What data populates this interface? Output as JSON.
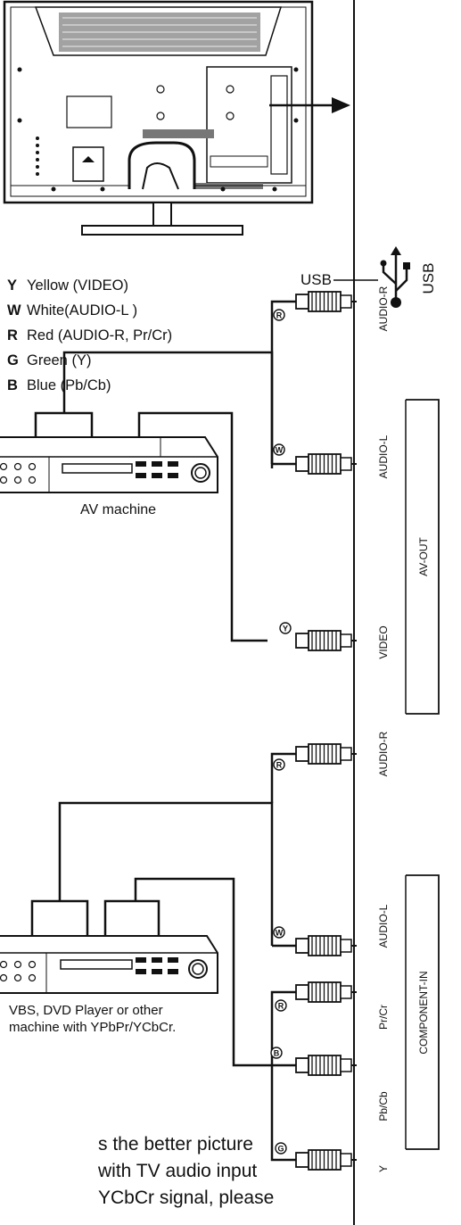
{
  "usb": {
    "label": "USB",
    "port_text": "USB",
    "icon": "usb-icon"
  },
  "legend": [
    {
      "code": "Y",
      "text": "Yellow (VIDEO)"
    },
    {
      "code": "W",
      "text": "White(AUDIO-L )"
    },
    {
      "code": "R",
      "text": "Red (AUDIO-R, Pr/Cr)"
    },
    {
      "code": "G",
      "text": "Green (Y)"
    },
    {
      "code": "B",
      "text": "Blue (Pb/Cb)"
    }
  ],
  "av_out": {
    "group_label": "AV-OUT",
    "ports": [
      "AUDIO-R",
      "AUDIO-L",
      "VIDEO"
    ],
    "plug_marks": [
      "R",
      "W",
      "Y"
    ],
    "device_caption": "AV machine"
  },
  "component_in": {
    "group_label": "COMPONENT-IN",
    "ports": [
      "AUDIO-R",
      "AUDIO-L",
      "Pr/Cr",
      "Pb/Cb",
      "Y"
    ],
    "plug_marks": [
      "R",
      "W",
      "R",
      "B",
      "G"
    ],
    "device_caption_line1": "VBS, DVD  Player or other",
    "device_caption_line2": "machine with YPbPr/YCbCr."
  },
  "bottom_text": [
    "s the better picture",
    " with TV audio input",
    "YCbCr signal, please"
  ]
}
